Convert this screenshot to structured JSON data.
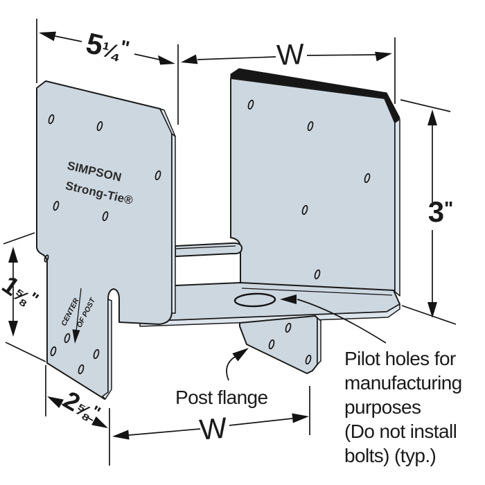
{
  "diagram": {
    "brand": {
      "line1": "SIMPSON",
      "line2": "Strong-Tie®"
    },
    "dimensions": {
      "front_plate_width": {
        "int": "5",
        "frac": "¼",
        "unit": "\""
      },
      "top_opening_width": {
        "label": "W"
      },
      "side_plate_height": {
        "int": "3",
        "frac": "",
        "unit": "\""
      },
      "left_tab_height": {
        "int": "1",
        "frac": "⅝",
        "unit": "\""
      },
      "left_tab_width": {
        "int": "2",
        "frac": "⅝",
        "unit": "\""
      },
      "bottom_opening_width": {
        "label": "W"
      }
    },
    "annotations": {
      "center_of_post": {
        "line1": "CENTER",
        "line2": "OF POST"
      },
      "post_flange_label": "Post flange",
      "pilot_note": {
        "lines": [
          "Pilot holes for",
          "manufacturing",
          "purposes",
          "(Do not install",
          "bolts) (typ.)"
        ]
      }
    },
    "colors": {
      "plate": "#cdd7e0",
      "plate_edge": "#dde5ec",
      "line": "#1a1a1a",
      "background": "#ffffff"
    }
  }
}
